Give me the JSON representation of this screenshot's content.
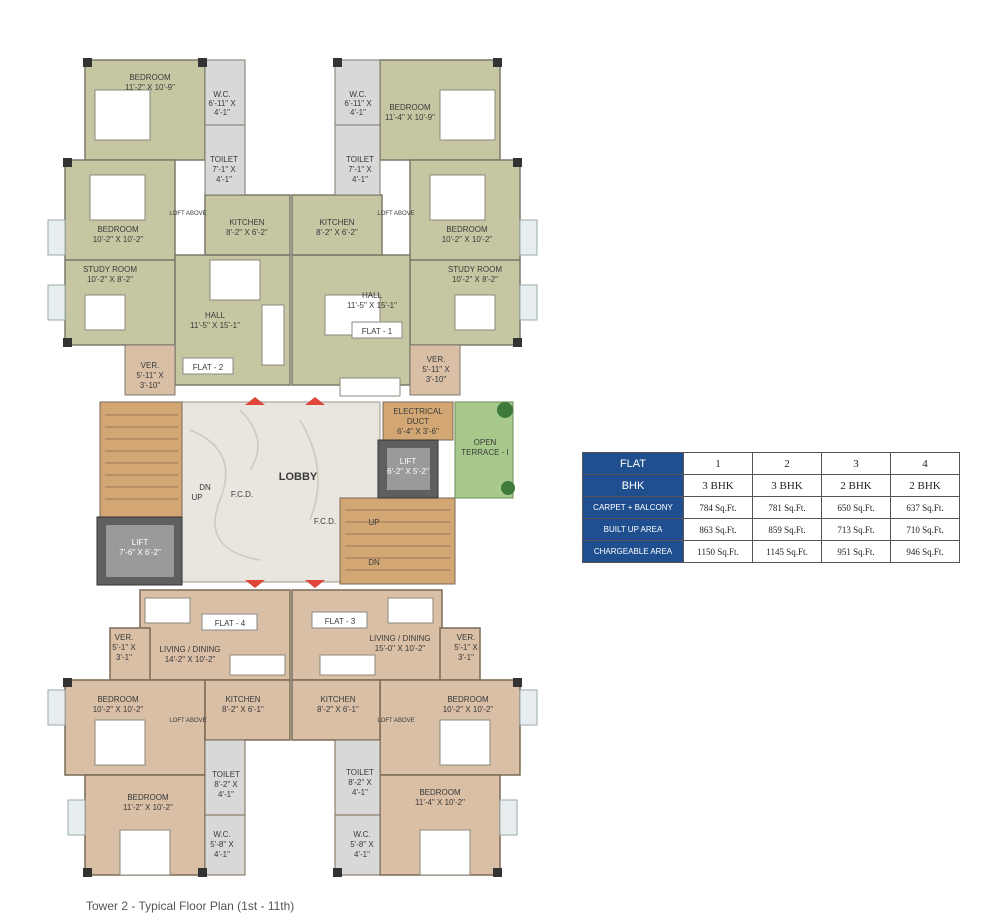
{
  "caption": "Tower 2 - Typical Floor Plan (1st - 11th)",
  "colors": {
    "flat_upper": "#c6c7a2",
    "flat_lower": "#d8bfa5",
    "wet_area": "#d8d8d8",
    "lobby": "#e9e5df",
    "stair": "#d3a773",
    "lift": "#6d6d6d",
    "terrace": "#a8c98c",
    "table_header": "#1f4f8f"
  },
  "rooms": {
    "f2_bed1": {
      "name": "BEDROOM",
      "dim": "11'-2\" X 10'-9\""
    },
    "f2_wc": {
      "name": "W.C.",
      "dim1": "6'-11\" X",
      "dim2": "4'-1\""
    },
    "f2_toilet": {
      "name": "TOILET",
      "dim1": "7'-1\" X",
      "dim2": "4'-1\""
    },
    "f2_bed2": {
      "name": "BEDROOM",
      "dim": "10'-2\" X 10'-2\""
    },
    "f2_kitchen": {
      "name": "KITCHEN",
      "dim": "8'-2\" X 6'-2\""
    },
    "f2_study": {
      "name": "STUDY ROOM",
      "dim": "10'-2\" X 8'-2\""
    },
    "f2_hall": {
      "name": "HALL",
      "dim": "11'-5\" X 15'-1\""
    },
    "f2_ver": {
      "name": "VER.",
      "dim1": "5'-11\" X",
      "dim2": "3'-10\""
    },
    "f2_label": "FLAT - 2",
    "f1_bed1": {
      "name": "BEDROOM",
      "dim": "11'-4\" X 10'-9\""
    },
    "f1_wc": {
      "name": "W.C.",
      "dim1": "6'-11\" X",
      "dim2": "4'-1\""
    },
    "f1_toilet": {
      "name": "TOILET",
      "dim1": "7'-1\" X",
      "dim2": "4'-1\""
    },
    "f1_bed2": {
      "name": "BEDROOM",
      "dim": "10'-2\" X 10'-2\""
    },
    "f1_kitchen": {
      "name": "KITCHEN",
      "dim": "8'-2\" X 6'-2\""
    },
    "f1_study": {
      "name": "STUDY ROOM",
      "dim": "10'-2\" X 8'-2\""
    },
    "f1_hall": {
      "name": "HALL",
      "dim": "11'-5\" X 15'-1\""
    },
    "f1_ver": {
      "name": "VER.",
      "dim1": "5'-11\" X",
      "dim2": "3'-10\""
    },
    "f1_label": "FLAT - 1",
    "loft_above": "LOFT ABOVE",
    "elec_duct": {
      "name1": "ELECTRICAL",
      "name2": "DUCT",
      "dim": "6'-4\" X 3'-6\""
    },
    "terrace": {
      "name1": "OPEN",
      "name2": "TERRACE - I"
    },
    "lobby": "LOBBY",
    "lift_small": {
      "name": "LIFT",
      "dim": "6'-2\" X 5'-2\""
    },
    "lift_large": {
      "name": "LIFT",
      "dim": "7'-6\" X 6'-2\""
    },
    "fcd": "F.C.D.",
    "dn": "DN",
    "up": "UP",
    "f4_label": "FLAT - 4",
    "f4_living": {
      "name": "LIVING / DINING",
      "dim": "14'-2\" X 10'-2\""
    },
    "f4_ver": {
      "name": "VER.",
      "dim1": "5'-1\" X",
      "dim2": "3'-1\""
    },
    "f4_bed1": {
      "name": "BEDROOM",
      "dim": "10'-2\" X 10'-2\""
    },
    "f4_kitchen": {
      "name": "KITCHEN",
      "dim": "8'-2\" X 6'-1\""
    },
    "f4_toilet": {
      "name": "TOILET",
      "dim1": "8'-2\" X",
      "dim2": "4'-1\""
    },
    "f4_bed2": {
      "name": "BEDROOM",
      "dim": "11'-2\" X 10'-2\""
    },
    "f4_wc": {
      "name": "W.C.",
      "dim1": "5'-8\" X",
      "dim2": "4'-1\""
    },
    "f3_label": "FLAT - 3",
    "f3_living": {
      "name": "LIVING / DINING",
      "dim": "15'-0\" X 10'-2\""
    },
    "f3_ver": {
      "name": "VER.",
      "dim1": "5'-1\" X",
      "dim2": "3'-1\""
    },
    "f3_bed1": {
      "name": "BEDROOM",
      "dim": "10'-2\" X 10'-2\""
    },
    "f3_kitchen": {
      "name": "KITCHEN",
      "dim": "8'-2\" X 6'-1\""
    },
    "f3_toilet": {
      "name": "TOILET",
      "dim1": "8'-2\" X",
      "dim2": "4'-1\""
    },
    "f3_bed2": {
      "name": "BEDROOM",
      "dim": "11'-4\" X 10'-2\""
    },
    "f3_wc": {
      "name": "W.C.",
      "dim1": "5'-8\" X",
      "dim2": "4'-1\""
    }
  },
  "spec_table": {
    "header": {
      "label": "FLAT",
      "values": [
        "1",
        "2",
        "3",
        "4"
      ]
    },
    "rows": [
      {
        "label": "BHK",
        "values": [
          "3 BHK",
          "3 BHK",
          "2 BHK",
          "2 BHK"
        ]
      },
      {
        "label": "CARPET + BALCONY",
        "values": [
          "784 Sq.Ft.",
          "781 Sq.Ft.",
          "650 Sq.Ft.",
          "637 Sq.Ft."
        ]
      },
      {
        "label": "BUILT UP AREA",
        "values": [
          "863 Sq.Ft.",
          "859 Sq.Ft.",
          "713 Sq.Ft.",
          "710 Sq.Ft."
        ]
      },
      {
        "label": "CHARGEABLE AREA",
        "values": [
          "1150 Sq.Ft.",
          "1145 Sq.Ft.",
          "951 Sq.Ft.",
          "946 Sq.Ft."
        ]
      }
    ]
  }
}
